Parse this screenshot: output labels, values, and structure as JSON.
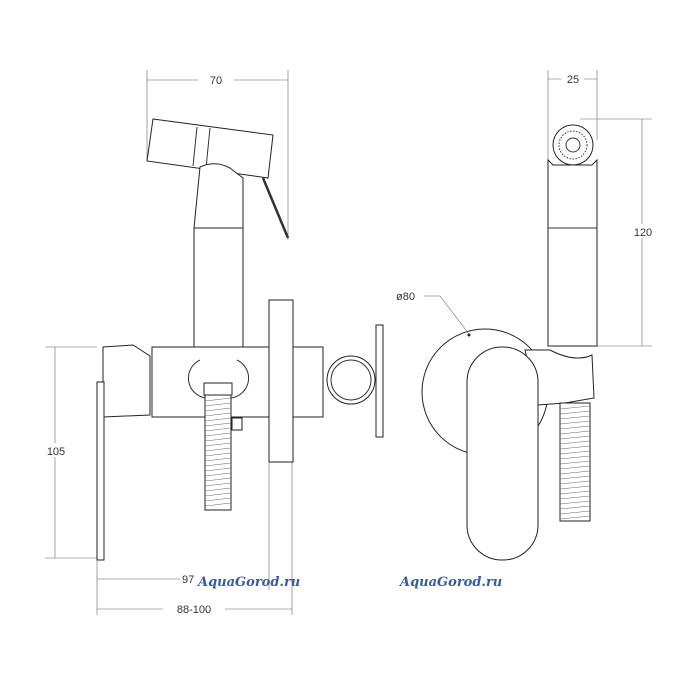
{
  "dimensions": {
    "width_70": "70",
    "height_105": "105",
    "depth_97": "97",
    "depth_range": "88-100",
    "width_25": "25",
    "height_120": "120",
    "diameter_80": "ø80"
  },
  "watermarks": [
    "AquaGorod.ru",
    "AquaGorod.ru"
  ],
  "colors": {
    "watermark": "#3a5a9a",
    "lines": "#333333"
  }
}
